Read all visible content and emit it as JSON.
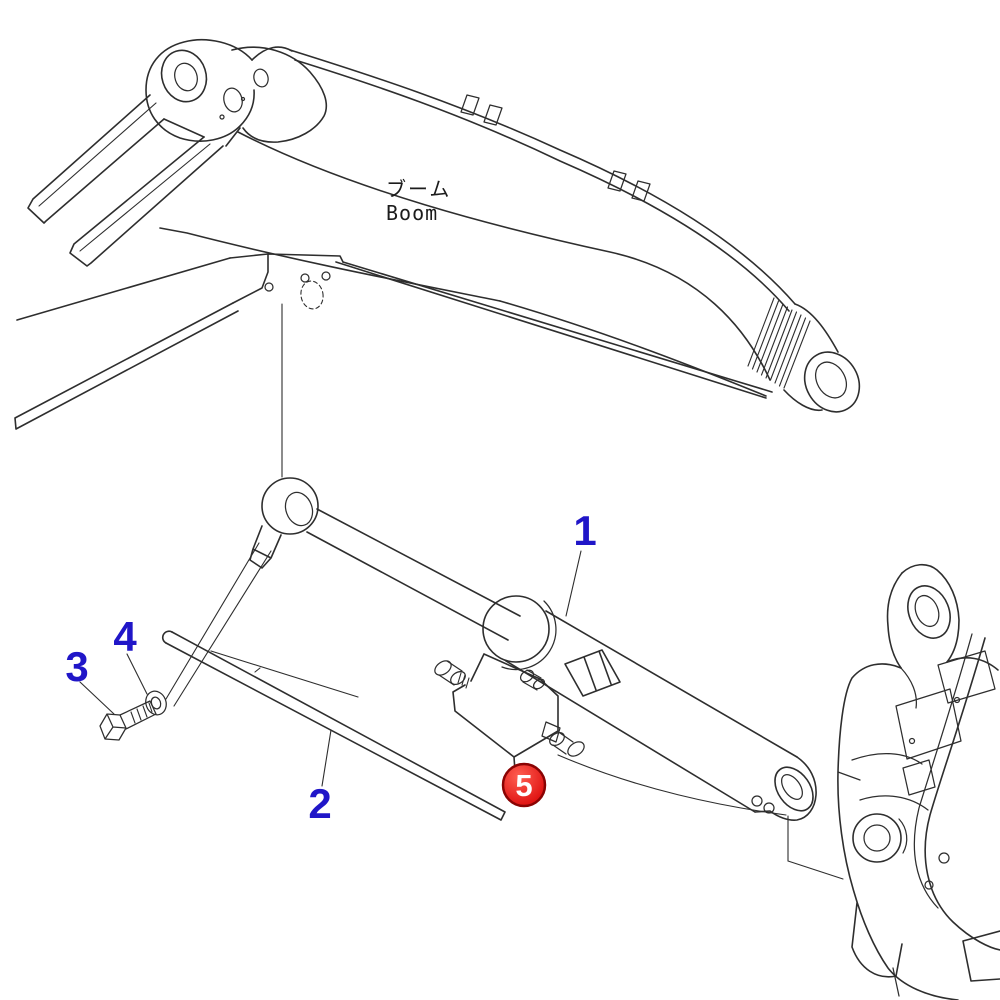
{
  "diagram": {
    "background": "#ffffff",
    "line_color": "#2e2e2e",
    "labels": {
      "boom_jp": "ブーム",
      "boom_en": "Boom"
    },
    "callouts": {
      "c1": "1",
      "c2": "2",
      "c3": "3",
      "c4": "4",
      "c5": "5"
    },
    "colors": {
      "callout_blue": "#2016c8",
      "badge_red": "#dd0d0d",
      "badge_red_dark": "#8a0303",
      "badge_highlight": "#ff5f52",
      "badge_text": "#ffffff"
    }
  }
}
